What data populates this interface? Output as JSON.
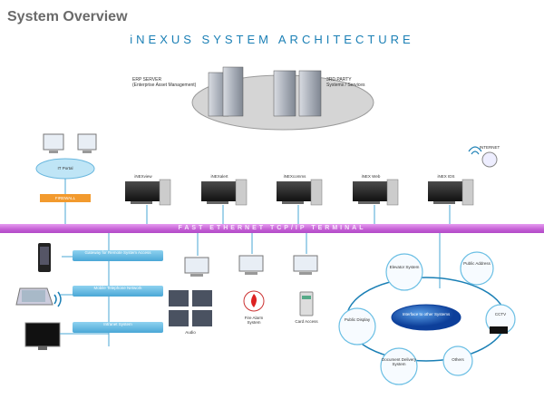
{
  "page_title": "System Overview",
  "architecture_title": "iNEXUS SYSTEM ARCHITECTURE",
  "servers": {
    "erp": {
      "name": "ERP SERVER",
      "sub": "(Enterprise Asset Management)"
    },
    "third_party": {
      "name": "3RD PARTY",
      "sub": "Systems / Services"
    }
  },
  "it_portal": "IT Portal",
  "firewall": "FIREWALL",
  "internet": "INTERNET",
  "workstations": [
    "iNEXview",
    "iNEXalert",
    "iNEXcomms",
    "iNEX Web",
    "iNEX IDS"
  ],
  "bus_label": "FAST ETHERNET TCP/IP TERMINAL",
  "gateway_boxes": [
    "Gateway for Remote System Access",
    "Mobile Telephone Network",
    "Intranet System"
  ],
  "subsystems": {
    "audio": "Audio",
    "fire_alarm": "Fire Alarm System",
    "card_access": "Card Access"
  },
  "hub": "Interface to other Systems",
  "satellites": [
    "Elevator System",
    "Public Address",
    "CCTV",
    "Others",
    "Document Delivery System",
    "Public Display"
  ]
}
